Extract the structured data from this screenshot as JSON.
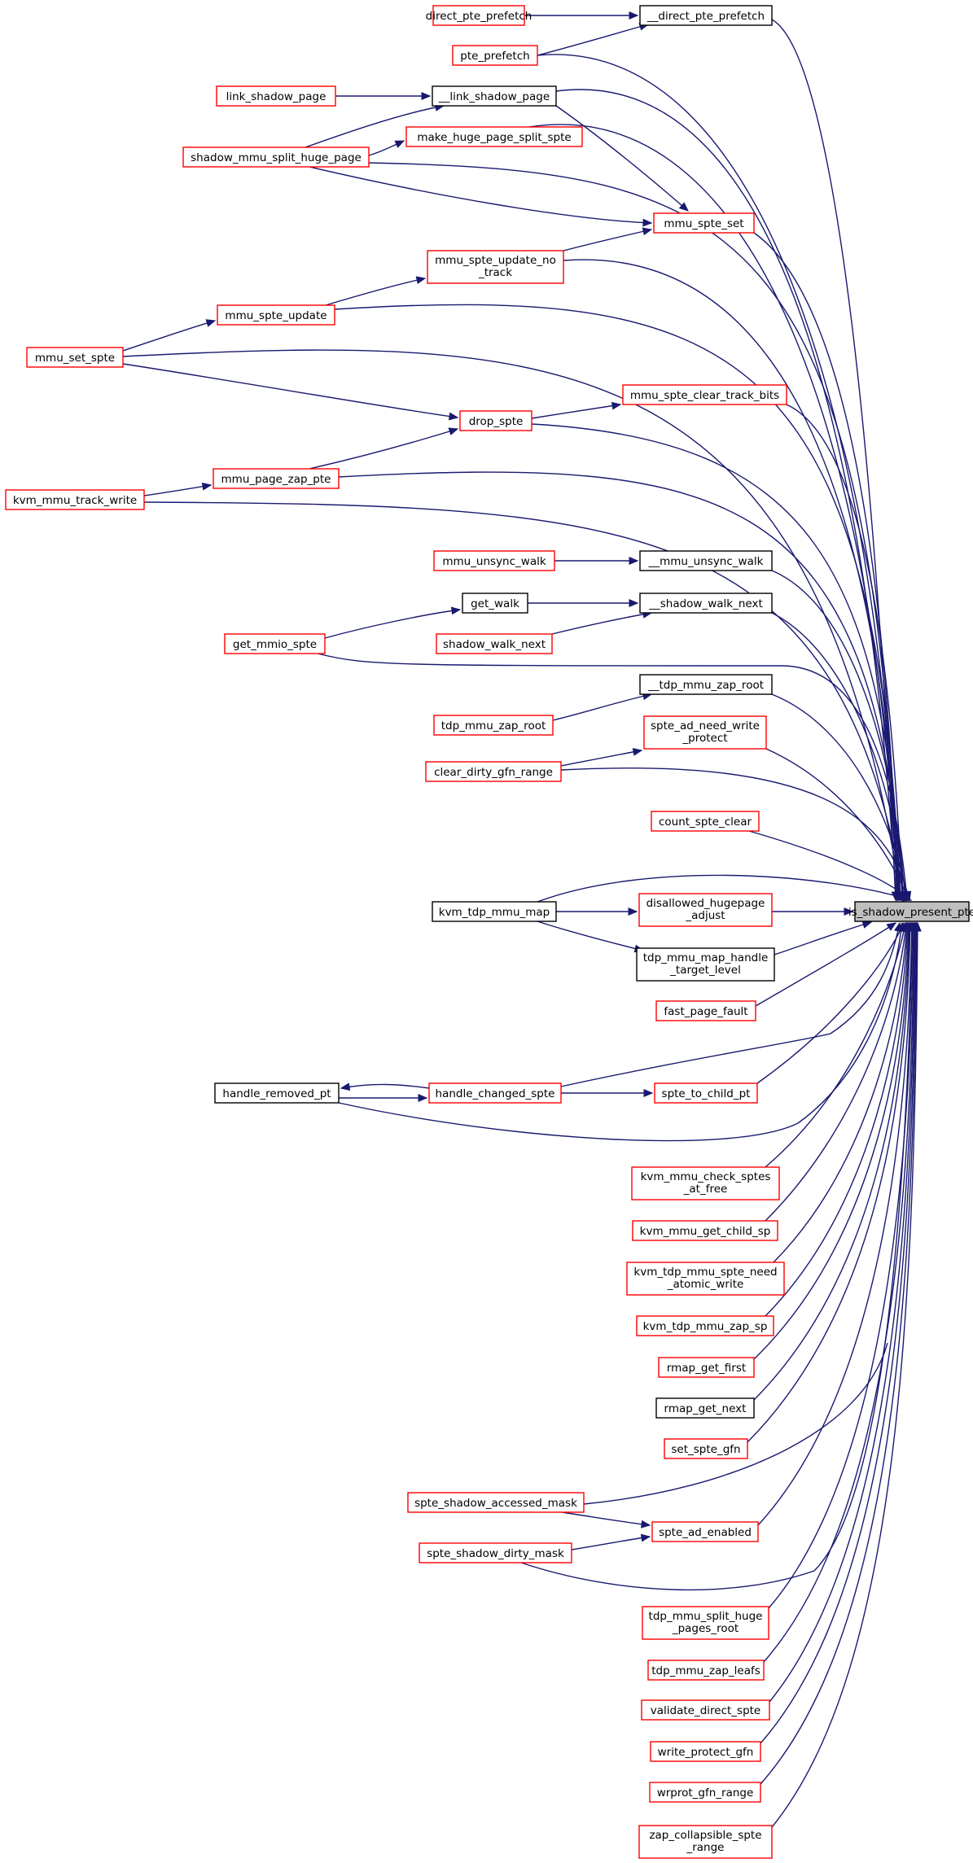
{
  "diagram": {
    "root": "is_shadow_present_pte",
    "colors": {
      "edge": "#191970",
      "documented_border": "#ff0000",
      "undocumented_border": "#000000",
      "root_fill": "#bfbfbf"
    },
    "nodes": {
      "is_shadow_present_pte": {
        "label": "is_shadow_present_pte",
        "kind": "root"
      },
      "direct_pte_prefetch": {
        "label": "direct_pte_prefetch",
        "kind": "red"
      },
      "__direct_pte_prefetch": {
        "label": "__direct_pte_prefetch",
        "kind": "black"
      },
      "pte_prefetch": {
        "label": "pte_prefetch",
        "kind": "red"
      },
      "link_shadow_page": {
        "label": "link_shadow_page",
        "kind": "red"
      },
      "__link_shadow_page": {
        "label": "__link_shadow_page",
        "kind": "black"
      },
      "shadow_mmu_split_huge_page": {
        "label": "shadow_mmu_split_huge_page",
        "kind": "red"
      },
      "make_huge_page_split_spte": {
        "label": "make_huge_page_split_spte",
        "kind": "red"
      },
      "mmu_spte_set": {
        "label": "mmu_spte_set",
        "kind": "red"
      },
      "mmu_spte_update_no_track": {
        "label": "mmu_spte_update_no_track",
        "lines": [
          "mmu_spte_update_no",
          "_track"
        ],
        "kind": "red"
      },
      "mmu_spte_update": {
        "label": "mmu_spte_update",
        "kind": "red"
      },
      "mmu_set_spte": {
        "label": "mmu_set_spte",
        "kind": "red"
      },
      "mmu_spte_clear_track_bits": {
        "label": "mmu_spte_clear_track_bits",
        "kind": "red"
      },
      "drop_spte": {
        "label": "drop_spte",
        "kind": "red"
      },
      "mmu_page_zap_pte": {
        "label": "mmu_page_zap_pte",
        "kind": "red"
      },
      "kvm_mmu_track_write": {
        "label": "kvm_mmu_track_write",
        "kind": "red"
      },
      "mmu_unsync_walk": {
        "label": "mmu_unsync_walk",
        "kind": "red"
      },
      "__mmu_unsync_walk": {
        "label": "__mmu_unsync_walk",
        "kind": "black"
      },
      "get_walk": {
        "label": "get_walk",
        "kind": "black"
      },
      "__shadow_walk_next": {
        "label": "__shadow_walk_next",
        "kind": "black"
      },
      "get_mmio_spte": {
        "label": "get_mmio_spte",
        "kind": "red"
      },
      "shadow_walk_next": {
        "label": "shadow_walk_next",
        "kind": "red"
      },
      "__tdp_mmu_zap_root": {
        "label": "__tdp_mmu_zap_root",
        "kind": "black"
      },
      "tdp_mmu_zap_root": {
        "label": "tdp_mmu_zap_root",
        "kind": "red"
      },
      "spte_ad_need_write_protect": {
        "label": "spte_ad_need_write_protect",
        "lines": [
          "spte_ad_need_write",
          "_protect"
        ],
        "kind": "red"
      },
      "clear_dirty_gfn_range": {
        "label": "clear_dirty_gfn_range",
        "kind": "red"
      },
      "count_spte_clear": {
        "label": "count_spte_clear",
        "kind": "red"
      },
      "kvm_tdp_mmu_map": {
        "label": "kvm_tdp_mmu_map",
        "kind": "black"
      },
      "disallowed_hugepage_adjust": {
        "label": "disallowed_hugepage_adjust",
        "lines": [
          "disallowed_hugepage",
          "_adjust"
        ],
        "kind": "red"
      },
      "tdp_mmu_map_handle_target_level": {
        "label": "tdp_mmu_map_handle_target_level",
        "lines": [
          "tdp_mmu_map_handle",
          "_target_level"
        ],
        "kind": "black"
      },
      "fast_page_fault": {
        "label": "fast_page_fault",
        "kind": "red"
      },
      "handle_removed_pt": {
        "label": "handle_removed_pt",
        "kind": "black"
      },
      "handle_changed_spte": {
        "label": "handle_changed_spte",
        "kind": "red"
      },
      "spte_to_child_pt": {
        "label": "spte_to_child_pt",
        "kind": "red"
      },
      "kvm_mmu_check_sptes_at_free": {
        "label": "kvm_mmu_check_sptes_at_free",
        "lines": [
          "kvm_mmu_check_sptes",
          "_at_free"
        ],
        "kind": "red"
      },
      "kvm_mmu_get_child_sp": {
        "label": "kvm_mmu_get_child_sp",
        "kind": "red"
      },
      "kvm_tdp_mmu_spte_need_atomic_write": {
        "label": "kvm_tdp_mmu_spte_need_atomic_write",
        "lines": [
          "kvm_tdp_mmu_spte_need",
          "_atomic_write"
        ],
        "kind": "red"
      },
      "kvm_tdp_mmu_zap_sp": {
        "label": "kvm_tdp_mmu_zap_sp",
        "kind": "red"
      },
      "rmap_get_first": {
        "label": "rmap_get_first",
        "kind": "red"
      },
      "rmap_get_next": {
        "label": "rmap_get_next",
        "kind": "black"
      },
      "set_spte_gfn": {
        "label": "set_spte_gfn",
        "kind": "red"
      },
      "spte_shadow_accessed_mask": {
        "label": "spte_shadow_accessed_mask",
        "kind": "red"
      },
      "spte_ad_enabled": {
        "label": "spte_ad_enabled",
        "kind": "red"
      },
      "spte_shadow_dirty_mask": {
        "label": "spte_shadow_dirty_mask",
        "kind": "red"
      },
      "tdp_mmu_split_huge_pages_root": {
        "label": "tdp_mmu_split_huge_pages_root",
        "lines": [
          "tdp_mmu_split_huge",
          "_pages_root"
        ],
        "kind": "red"
      },
      "tdp_mmu_zap_leafs": {
        "label": "tdp_mmu_zap_leafs",
        "kind": "red"
      },
      "validate_direct_spte": {
        "label": "validate_direct_spte",
        "kind": "red"
      },
      "write_protect_gfn": {
        "label": "write_protect_gfn",
        "kind": "red"
      },
      "wrprot_gfn_range": {
        "label": "wrprot_gfn_range",
        "kind": "red"
      },
      "zap_collapsible_spte_range": {
        "label": "zap_collapsible_spte_range",
        "lines": [
          "zap_collapsible_spte",
          "_range"
        ],
        "kind": "red"
      }
    },
    "edges": [
      [
        "__direct_pte_prefetch",
        "is_shadow_present_pte"
      ],
      [
        "direct_pte_prefetch",
        "__direct_pte_prefetch"
      ],
      [
        "pte_prefetch",
        "__direct_pte_prefetch"
      ],
      [
        "pte_prefetch",
        "is_shadow_present_pte"
      ],
      [
        "__link_shadow_page",
        "is_shadow_present_pte"
      ],
      [
        "__link_shadow_page",
        "mmu_spte_set"
      ],
      [
        "link_shadow_page",
        "__link_shadow_page"
      ],
      [
        "shadow_mmu_split_huge_page",
        "__link_shadow_page"
      ],
      [
        "shadow_mmu_split_huge_page",
        "make_huge_page_split_spte"
      ],
      [
        "shadow_mmu_split_huge_page",
        "mmu_spte_set"
      ],
      [
        "shadow_mmu_split_huge_page",
        "is_shadow_present_pte"
      ],
      [
        "make_huge_page_split_spte",
        "is_shadow_present_pte"
      ],
      [
        "mmu_spte_set",
        "is_shadow_present_pte"
      ],
      [
        "mmu_spte_update_no_track",
        "mmu_spte_set"
      ],
      [
        "mmu_spte_update_no_track",
        "is_shadow_present_pte"
      ],
      [
        "mmu_spte_update",
        "mmu_spte_update_no_track"
      ],
      [
        "mmu_spte_update",
        "is_shadow_present_pte"
      ],
      [
        "mmu_set_spte",
        "mmu_spte_update"
      ],
      [
        "mmu_set_spte",
        "is_shadow_present_pte"
      ],
      [
        "mmu_set_spte",
        "drop_spte"
      ],
      [
        "mmu_spte_clear_track_bits",
        "is_shadow_present_pte"
      ],
      [
        "drop_spte",
        "mmu_spte_clear_track_bits"
      ],
      [
        "drop_spte",
        "is_shadow_present_pte"
      ],
      [
        "mmu_page_zap_pte",
        "drop_spte"
      ],
      [
        "mmu_page_zap_pte",
        "is_shadow_present_pte"
      ],
      [
        "kvm_mmu_track_write",
        "mmu_page_zap_pte"
      ],
      [
        "kvm_mmu_track_write",
        "is_shadow_present_pte"
      ],
      [
        "mmu_unsync_walk",
        "__mmu_unsync_walk"
      ],
      [
        "__mmu_unsync_walk",
        "is_shadow_present_pte"
      ],
      [
        "get_walk",
        "__shadow_walk_next"
      ],
      [
        "__shadow_walk_next",
        "is_shadow_present_pte"
      ],
      [
        "get_mmio_spte",
        "get_walk"
      ],
      [
        "get_mmio_spte",
        "is_shadow_present_pte"
      ],
      [
        "shadow_walk_next",
        "__shadow_walk_next"
      ],
      [
        "__tdp_mmu_zap_root",
        "is_shadow_present_pte"
      ],
      [
        "tdp_mmu_zap_root",
        "__tdp_mmu_zap_root"
      ],
      [
        "spte_ad_need_write_protect",
        "is_shadow_present_pte"
      ],
      [
        "clear_dirty_gfn_range",
        "spte_ad_need_write_protect"
      ],
      [
        "clear_dirty_gfn_range",
        "is_shadow_present_pte"
      ],
      [
        "count_spte_clear",
        "is_shadow_present_pte"
      ],
      [
        "kvm_tdp_mmu_map",
        "is_shadow_present_pte"
      ],
      [
        "kvm_tdp_mmu_map",
        "disallowed_hugepage_adjust"
      ],
      [
        "kvm_tdp_mmu_map",
        "tdp_mmu_map_handle_target_level"
      ],
      [
        "disallowed_hugepage_adjust",
        "is_shadow_present_pte"
      ],
      [
        "tdp_mmu_map_handle_target_level",
        "is_shadow_present_pte"
      ],
      [
        "fast_page_fault",
        "is_shadow_present_pte"
      ],
      [
        "handle_changed_spte",
        "is_shadow_present_pte"
      ],
      [
        "handle_changed_spte",
        "handle_removed_pt"
      ],
      [
        "handle_removed_pt",
        "handle_changed_spte"
      ],
      [
        "handle_changed_spte",
        "spte_to_child_pt"
      ],
      [
        "handle_removed_pt",
        "is_shadow_present_pte"
      ],
      [
        "spte_to_child_pt",
        "is_shadow_present_pte"
      ],
      [
        "kvm_mmu_check_sptes_at_free",
        "is_shadow_present_pte"
      ],
      [
        "kvm_mmu_get_child_sp",
        "is_shadow_present_pte"
      ],
      [
        "kvm_tdp_mmu_spte_need_atomic_write",
        "is_shadow_present_pte"
      ],
      [
        "kvm_tdp_mmu_zap_sp",
        "is_shadow_present_pte"
      ],
      [
        "rmap_get_first",
        "is_shadow_present_pte"
      ],
      [
        "rmap_get_next",
        "is_shadow_present_pte"
      ],
      [
        "set_spte_gfn",
        "is_shadow_present_pte"
      ],
      [
        "spte_shadow_accessed_mask",
        "is_shadow_present_pte"
      ],
      [
        "spte_shadow_accessed_mask",
        "spte_ad_enabled"
      ],
      [
        "spte_ad_enabled",
        "is_shadow_present_pte"
      ],
      [
        "spte_shadow_dirty_mask",
        "spte_ad_enabled"
      ],
      [
        "spte_shadow_dirty_mask",
        "is_shadow_present_pte"
      ],
      [
        "tdp_mmu_split_huge_pages_root",
        "is_shadow_present_pte"
      ],
      [
        "tdp_mmu_zap_leafs",
        "is_shadow_present_pte"
      ],
      [
        "validate_direct_spte",
        "is_shadow_present_pte"
      ],
      [
        "write_protect_gfn",
        "is_shadow_present_pte"
      ],
      [
        "wrprot_gfn_range",
        "is_shadow_present_pte"
      ],
      [
        "zap_collapsible_spte_range",
        "is_shadow_present_pte"
      ]
    ]
  }
}
